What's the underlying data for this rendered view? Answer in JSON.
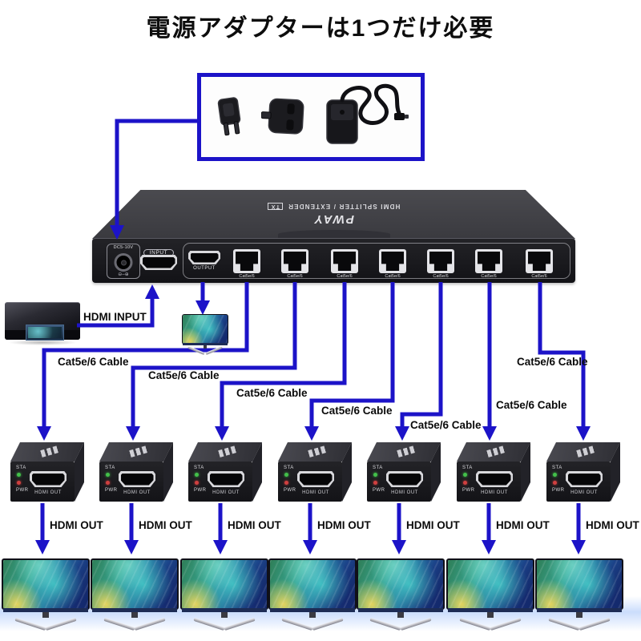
{
  "title": "電源アダプターは1つだけ必要",
  "colors": {
    "accent_blue": "#1c13c8"
  },
  "power_box": {
    "icons": [
      "eu-plug-icon",
      "uk-plug-icon",
      "power-adapter-icon"
    ]
  },
  "device": {
    "brand": "PWAY",
    "model": "HDMI SPLITTER / EXTENDER",
    "badge": "TX",
    "dc_label": "DC5-10V",
    "polarity": "⊖–⊕",
    "input_label": "INPUT",
    "output_label": "OUTPUT",
    "rj45_label": "Cat5e/6",
    "rj45_count": 7
  },
  "connections": {
    "hdmi_input_label": "HDMI INPUT",
    "cat_cable_label": "Cat5e/6 Cable",
    "hdmi_out_label": "HDMI OUT"
  },
  "receiver": {
    "count": 7,
    "sta_label": "STA",
    "pwr_label": "PWR",
    "hdmi_out_label": "HDMI OUT"
  },
  "monitors": {
    "count": 7
  }
}
